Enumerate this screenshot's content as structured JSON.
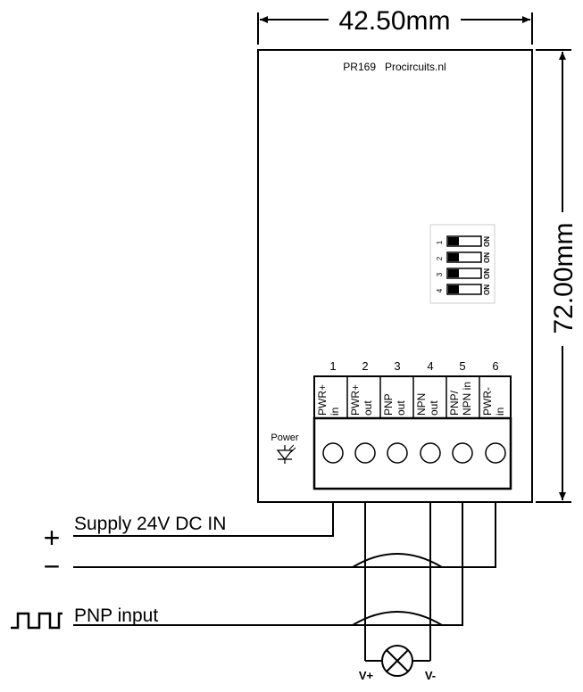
{
  "dimensions": {
    "width": "42.50mm",
    "height": "72.00mm"
  },
  "board_label": "PR169   Procircuits.nl",
  "dip_switch": {
    "positions": [
      "1",
      "2",
      "3",
      "4"
    ],
    "state_label": "ON"
  },
  "terminals": [
    {
      "number": "1",
      "label_line1": "PWR+",
      "label_line2": "in"
    },
    {
      "number": "2",
      "label_line1": "PWR+",
      "label_line2": "out"
    },
    {
      "number": "3",
      "label_line1": "PNP",
      "label_line2": "out"
    },
    {
      "number": "4",
      "label_line1": "NPN",
      "label_line2": "out"
    },
    {
      "number": "5",
      "label_line1": "PNP/",
      "label_line2": "NPN in"
    },
    {
      "number": "6",
      "label_line1": "PWR-",
      "label_line2": "in"
    }
  ],
  "power_led_label": "Power",
  "supply_label": "Supply 24V DC IN",
  "plus_symbol": "+",
  "minus_symbol": "−",
  "input_label": "PNP input",
  "load": {
    "v_plus": "V+",
    "v_minus": "V-"
  },
  "colors": {
    "line": "#000000",
    "background": "#ffffff"
  }
}
